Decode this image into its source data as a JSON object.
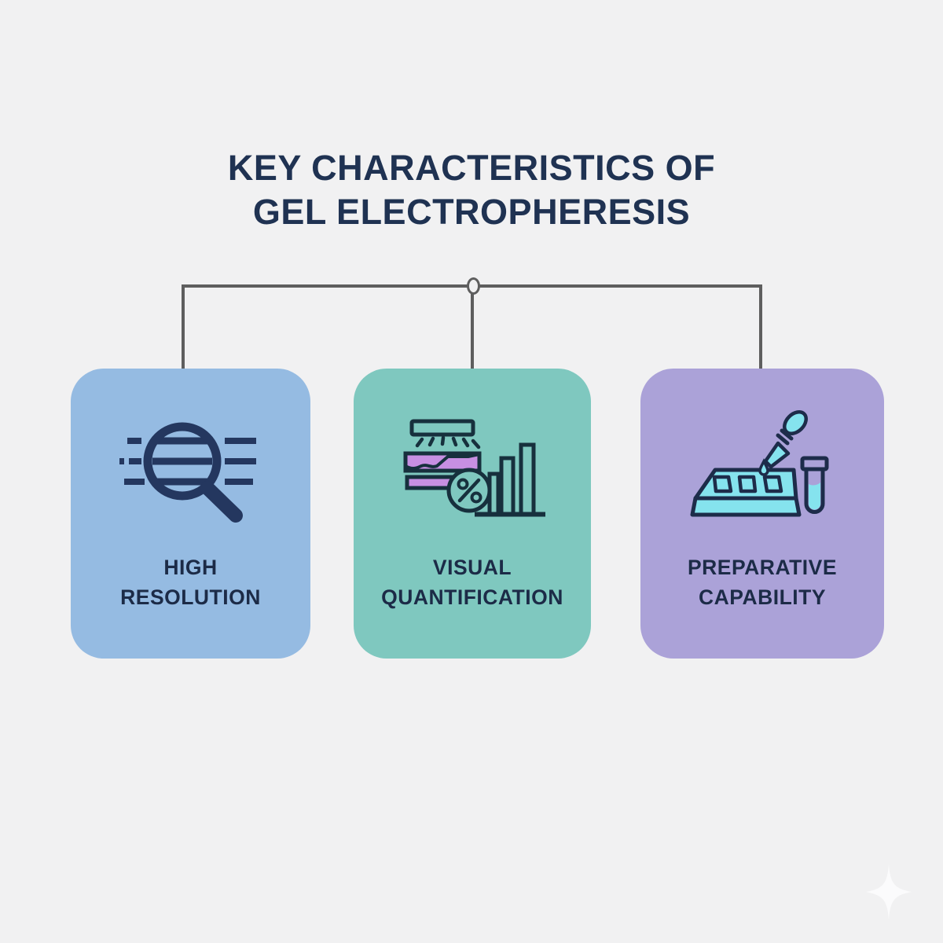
{
  "title": {
    "lines": [
      "KEY CHARACTERISTICS OF",
      "GEL ELECTROPHERESIS"
    ],
    "color": "#1f3252"
  },
  "cards": [
    {
      "id": "high-resolution",
      "label_lines": [
        "HIGH",
        "RESOLUTION"
      ],
      "bg_color": "#95bbe2",
      "icon": "magnifier-gel-bands-icon"
    },
    {
      "id": "visual-quantification",
      "label_lines": [
        "VISUAL",
        "QUANTIFICATION"
      ],
      "bg_color": "#7fc8bf",
      "icon": "gel-imaging-percent-bar-chart-icon"
    },
    {
      "id": "preparative-capability",
      "label_lines": [
        "PREPARATIVE",
        "CAPABILITY"
      ],
      "bg_color": "#aba2d8",
      "icon": "gel-tray-pipette-test-tube-icon"
    }
  ],
  "connector": {
    "color": "#5e5e5e"
  },
  "colors": {
    "background": "#f1f1f2",
    "label_text": "#1c2b47",
    "icon_navy": "#24375f",
    "icon_dark_teal": "#17303d",
    "icon_purple_fill": "#c78fe2",
    "icon_cyan_fill": "#85e3ee",
    "sparkle": "#fbfbfc"
  },
  "decor": {
    "icon": "sparkle-icon"
  }
}
